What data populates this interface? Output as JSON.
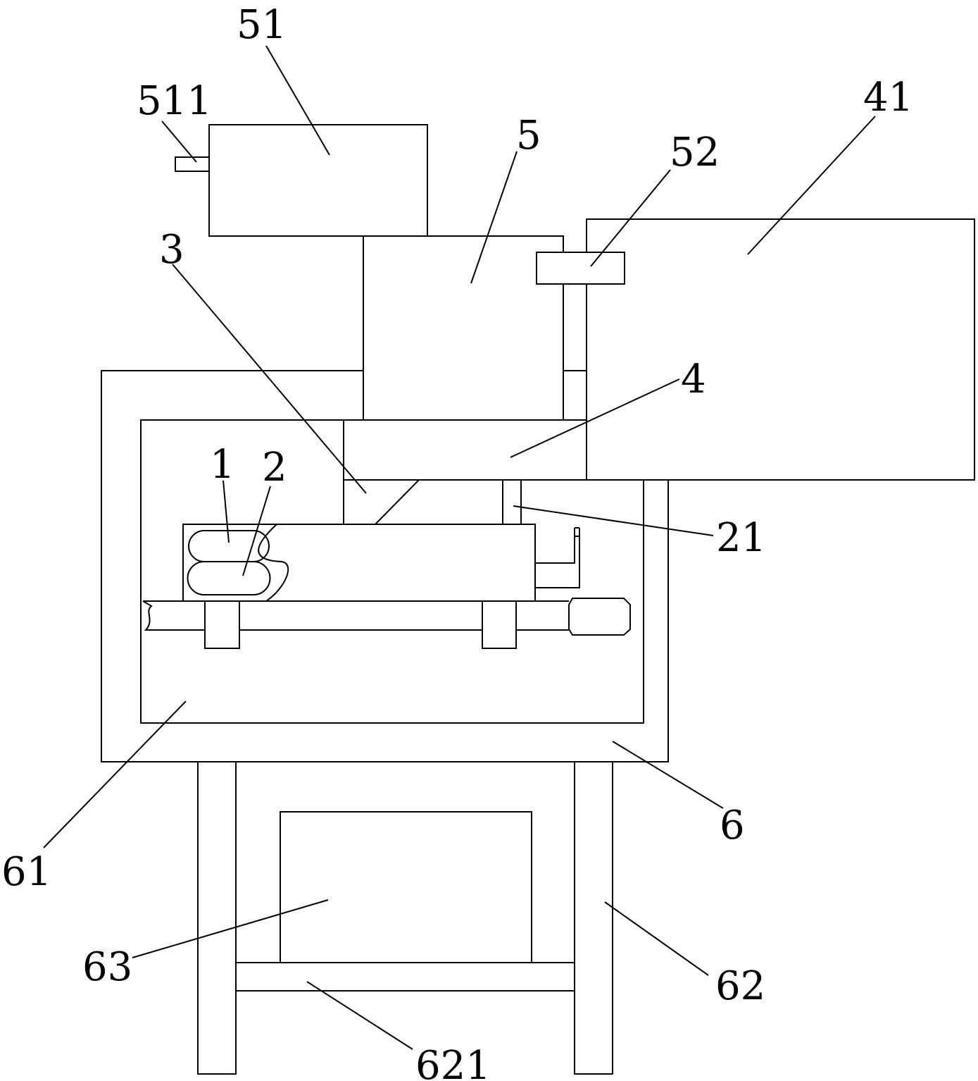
{
  "figure": {
    "labels": {
      "l51": "51",
      "l511": "511",
      "l5": "5",
      "l52": "52",
      "l41": "41",
      "l3": "3",
      "l4": "4",
      "l1": "1",
      "l2": "2",
      "l21": "21",
      "l61": "61",
      "l6": "6",
      "l63": "63",
      "l62": "62",
      "l621": "621"
    }
  }
}
